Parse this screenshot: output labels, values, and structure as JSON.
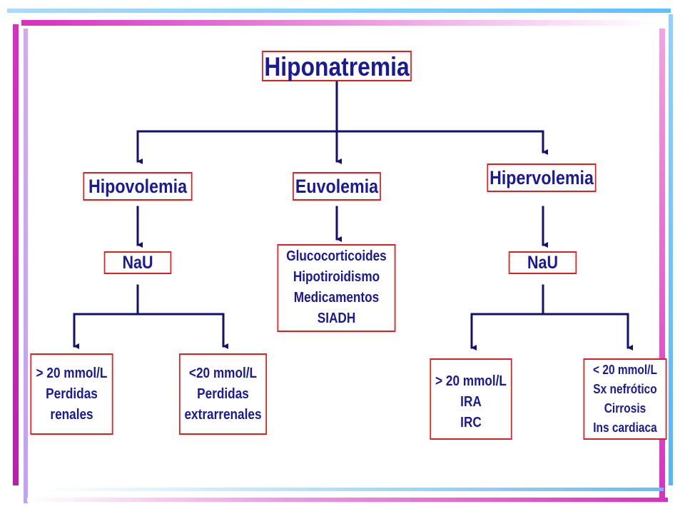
{
  "colors": {
    "box_border": "#e01e1e",
    "box_text": "#1a1a99",
    "connector": "#12126e",
    "frame_gradient": [
      "#e040c8",
      "#4fb8ff"
    ]
  },
  "root": {
    "label": "Hiponatremia"
  },
  "hipovolemia": {
    "label": "Hipovolemia",
    "nau_label": "NaU",
    "high": {
      "lines": [
        "> 20 mmol/L",
        "Perdidas",
        "renales"
      ]
    },
    "low": {
      "lines": [
        "<20 mmol/L",
        "Perdidas",
        "extrarrenales"
      ]
    }
  },
  "euvolemia": {
    "label": "Euvolemia",
    "causes": [
      "Glucocorticoides",
      "Hipotiroidismo",
      "Medicamentos",
      "SIADH"
    ]
  },
  "hipervolemia": {
    "label": "Hipervolemia",
    "nau_label": "NaU",
    "high": {
      "lines": [
        "> 20 mmol/L",
        "IRA",
        "IRC"
      ]
    },
    "low": {
      "lines": [
        "< 20 mmol/L",
        "Sx nefrótico",
        "Cirrosis",
        "Ins cardiaca"
      ]
    }
  }
}
